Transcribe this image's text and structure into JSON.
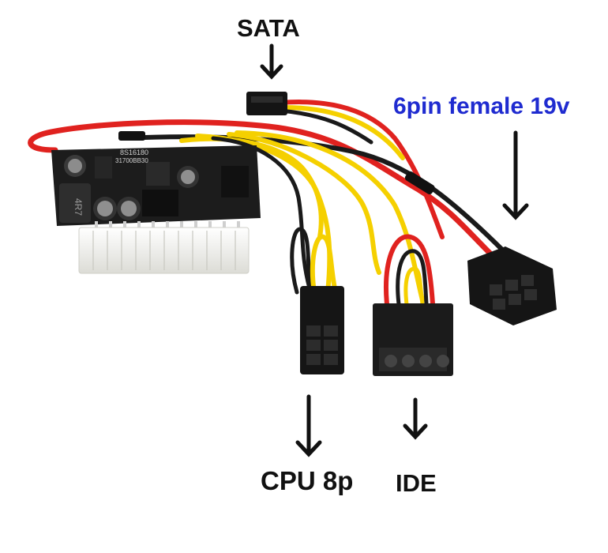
{
  "labels": {
    "sata": "SATA",
    "pin6": "6pin female 19v",
    "cpu": "CPU 8p",
    "ide": "IDE"
  },
  "board_print": {
    "code1": "8S16180",
    "code2": "31700BB30",
    "inductor": "4R7"
  },
  "colors": {
    "label_text": "#111111",
    "label_accent": "#1f2bd0",
    "wire_red": "#e0221f",
    "wire_yellow": "#f5d000",
    "wire_black": "#1a1a1a",
    "pcb": "#1c1c1c",
    "connector_white": "#f3f3f0"
  }
}
